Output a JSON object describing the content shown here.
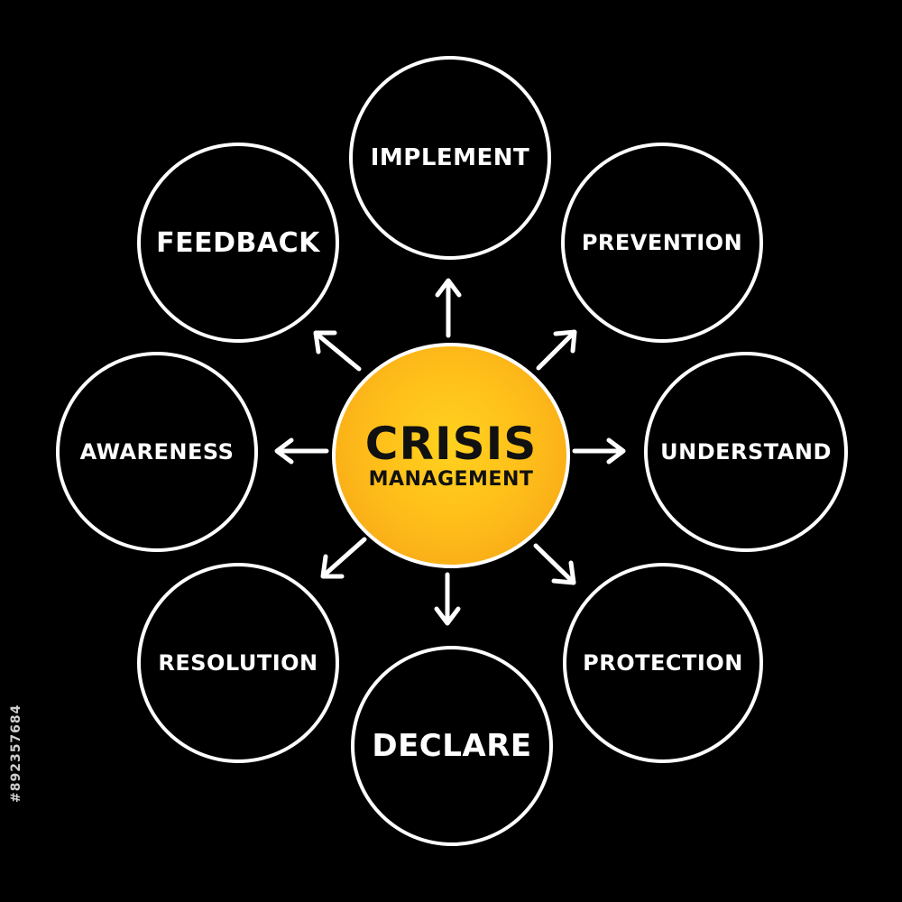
{
  "center": {
    "title": "CRISIS",
    "subtitle": "MANAGEMENT"
  },
  "nodes": {
    "implement": "IMPLEMENT",
    "prevention": "PREVENTION",
    "understand": "UNDERSTAND",
    "protection": "PROTECTION",
    "declare": "DECLARE",
    "resolution": "RESOLUTION",
    "awareness": "AWARENESS",
    "feedback": "FEEDBACK"
  },
  "credit": "#892357684",
  "colors": {
    "background": "#000000",
    "outline": "#ffffff",
    "center_fill": "#ffbf1a",
    "center_text": "#111111"
  }
}
